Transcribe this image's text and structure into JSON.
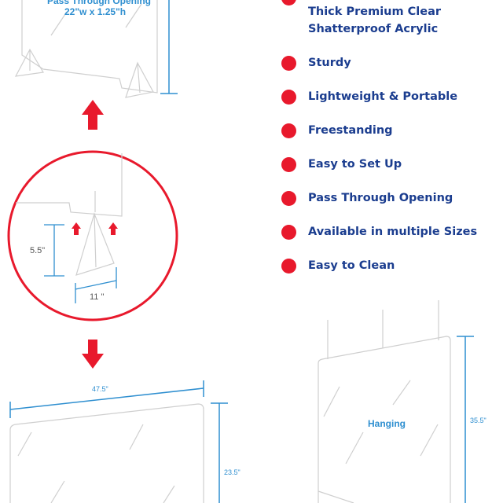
{
  "top_panel": {
    "title": "Pass Through Opening",
    "size": "22\"w x 1.25\"h"
  },
  "detail": {
    "height": "5.5\"",
    "width": "11 \""
  },
  "bottom_left": {
    "width": "47.5\"",
    "height": "23.5\""
  },
  "hanging": {
    "label": "Hanging",
    "height": "35.5\""
  },
  "features": [
    {
      "line1": "Thick Premium Clear",
      "line2": "Shatterproof Acrylic"
    },
    {
      "line1": "Sturdy"
    },
    {
      "line1": "Lightweight & Portable"
    },
    {
      "line1": "Freestanding"
    },
    {
      "line1": "Easy to Set Up"
    },
    {
      "line1": "Pass Through Opening"
    },
    {
      "line1": "Available in multiple Sizes"
    },
    {
      "line1": "Easy to Clean"
    }
  ],
  "colors": {
    "accent_red": "#e8192c",
    "text_navy": "#1b3d8f",
    "dimension_blue": "#2f8fd0"
  }
}
